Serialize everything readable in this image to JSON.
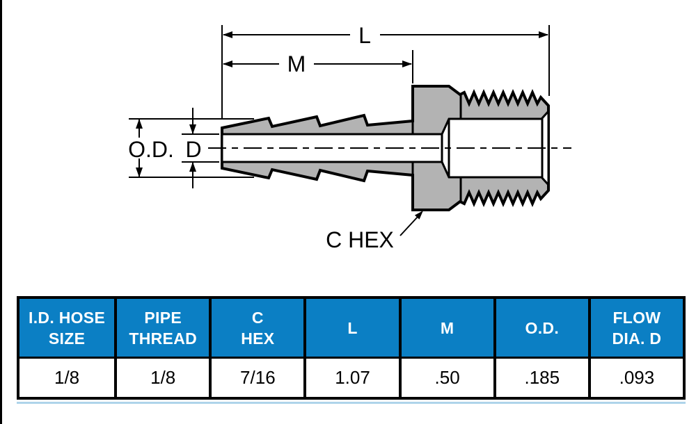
{
  "page": {
    "background": "#ffffff",
    "left_edge_rule_color": "#000000"
  },
  "diagram": {
    "type": "technical-drawing",
    "subject": "hose barb to male pipe thread adapter, cross-section",
    "body_fill": "#b3b3b3",
    "outline_color": "#000000",
    "labels": {
      "length": "L",
      "barb_length": "M",
      "outer_diameter": "O.D.",
      "flow_diameter": "D",
      "hex": "C HEX"
    }
  },
  "table": {
    "header_bg": "#0b7fc4",
    "header_text_color": "#ffffff",
    "row_bg": "#ffffff",
    "border_color": "#000000",
    "under_rule_color": "#aed4ea",
    "columns": [
      {
        "line1": "I.D. HOSE",
        "line2": "SIZE"
      },
      {
        "line1": "PIPE",
        "line2": "THREAD"
      },
      {
        "line1": "C",
        "line2": "HEX"
      },
      {
        "line1": "L",
        "line2": ""
      },
      {
        "line1": "M",
        "line2": ""
      },
      {
        "line1": "O.D.",
        "line2": ""
      },
      {
        "line1": "FLOW",
        "line2": "DIA. D"
      }
    ],
    "values": [
      "1/8",
      "1/8",
      "7/16",
      "1.07",
      ".50",
      ".185",
      ".093"
    ]
  }
}
